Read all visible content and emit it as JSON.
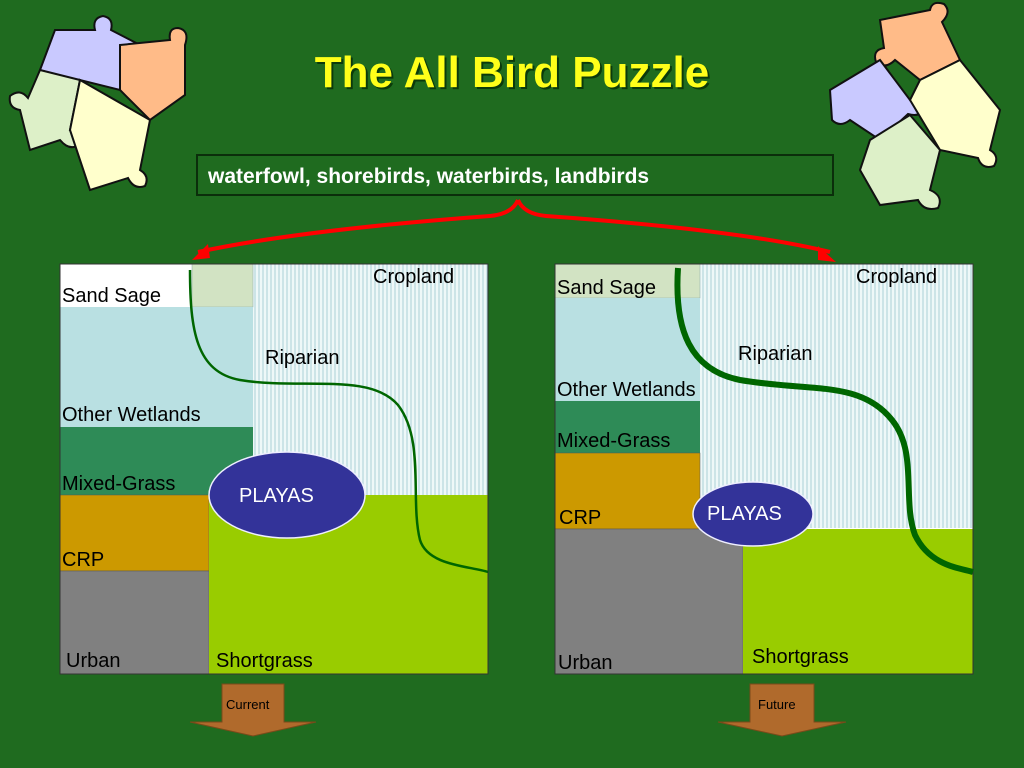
{
  "title": "The All Bird Puzzle",
  "subtitle": "waterfowl, shorebirds, waterbirds, landbirds",
  "colors": {
    "background": "#1f6b1f",
    "title": "#ffff1a",
    "sand_sage": "#d2e3c3",
    "other_wetlands": "#b9e0e2",
    "mixed_grass": "#2e8b57",
    "crp": "#cc9900",
    "urban": "#808080",
    "shortgrass": "#99cc00",
    "cropland": "#e9f6f6",
    "playas": "#333399",
    "riparian_line": "#006600",
    "bracket": "#ff0000",
    "arrow": "#b06a2c"
  },
  "current": {
    "cropland": "Cropland",
    "sand_sage": "Sand Sage",
    "riparian": "Riparian",
    "other_wetlands": "Other Wetlands",
    "mixed_grass": "Mixed-Grass",
    "playas": "PLAYAS",
    "crp": "CRP",
    "urban": "Urban",
    "shortgrass": "Shortgrass",
    "arrow_label": "Current"
  },
  "future": {
    "cropland": "Cropland",
    "sand_sage": "Sand Sage",
    "riparian": "Riparian",
    "other_wetlands": "Other Wetlands",
    "mixed_grass": "Mixed-Grass",
    "playas": "PLAYAS",
    "crp": "CRP",
    "urban": "Urban",
    "shortgrass": "Shortgrass",
    "arrow_label": "Future"
  }
}
